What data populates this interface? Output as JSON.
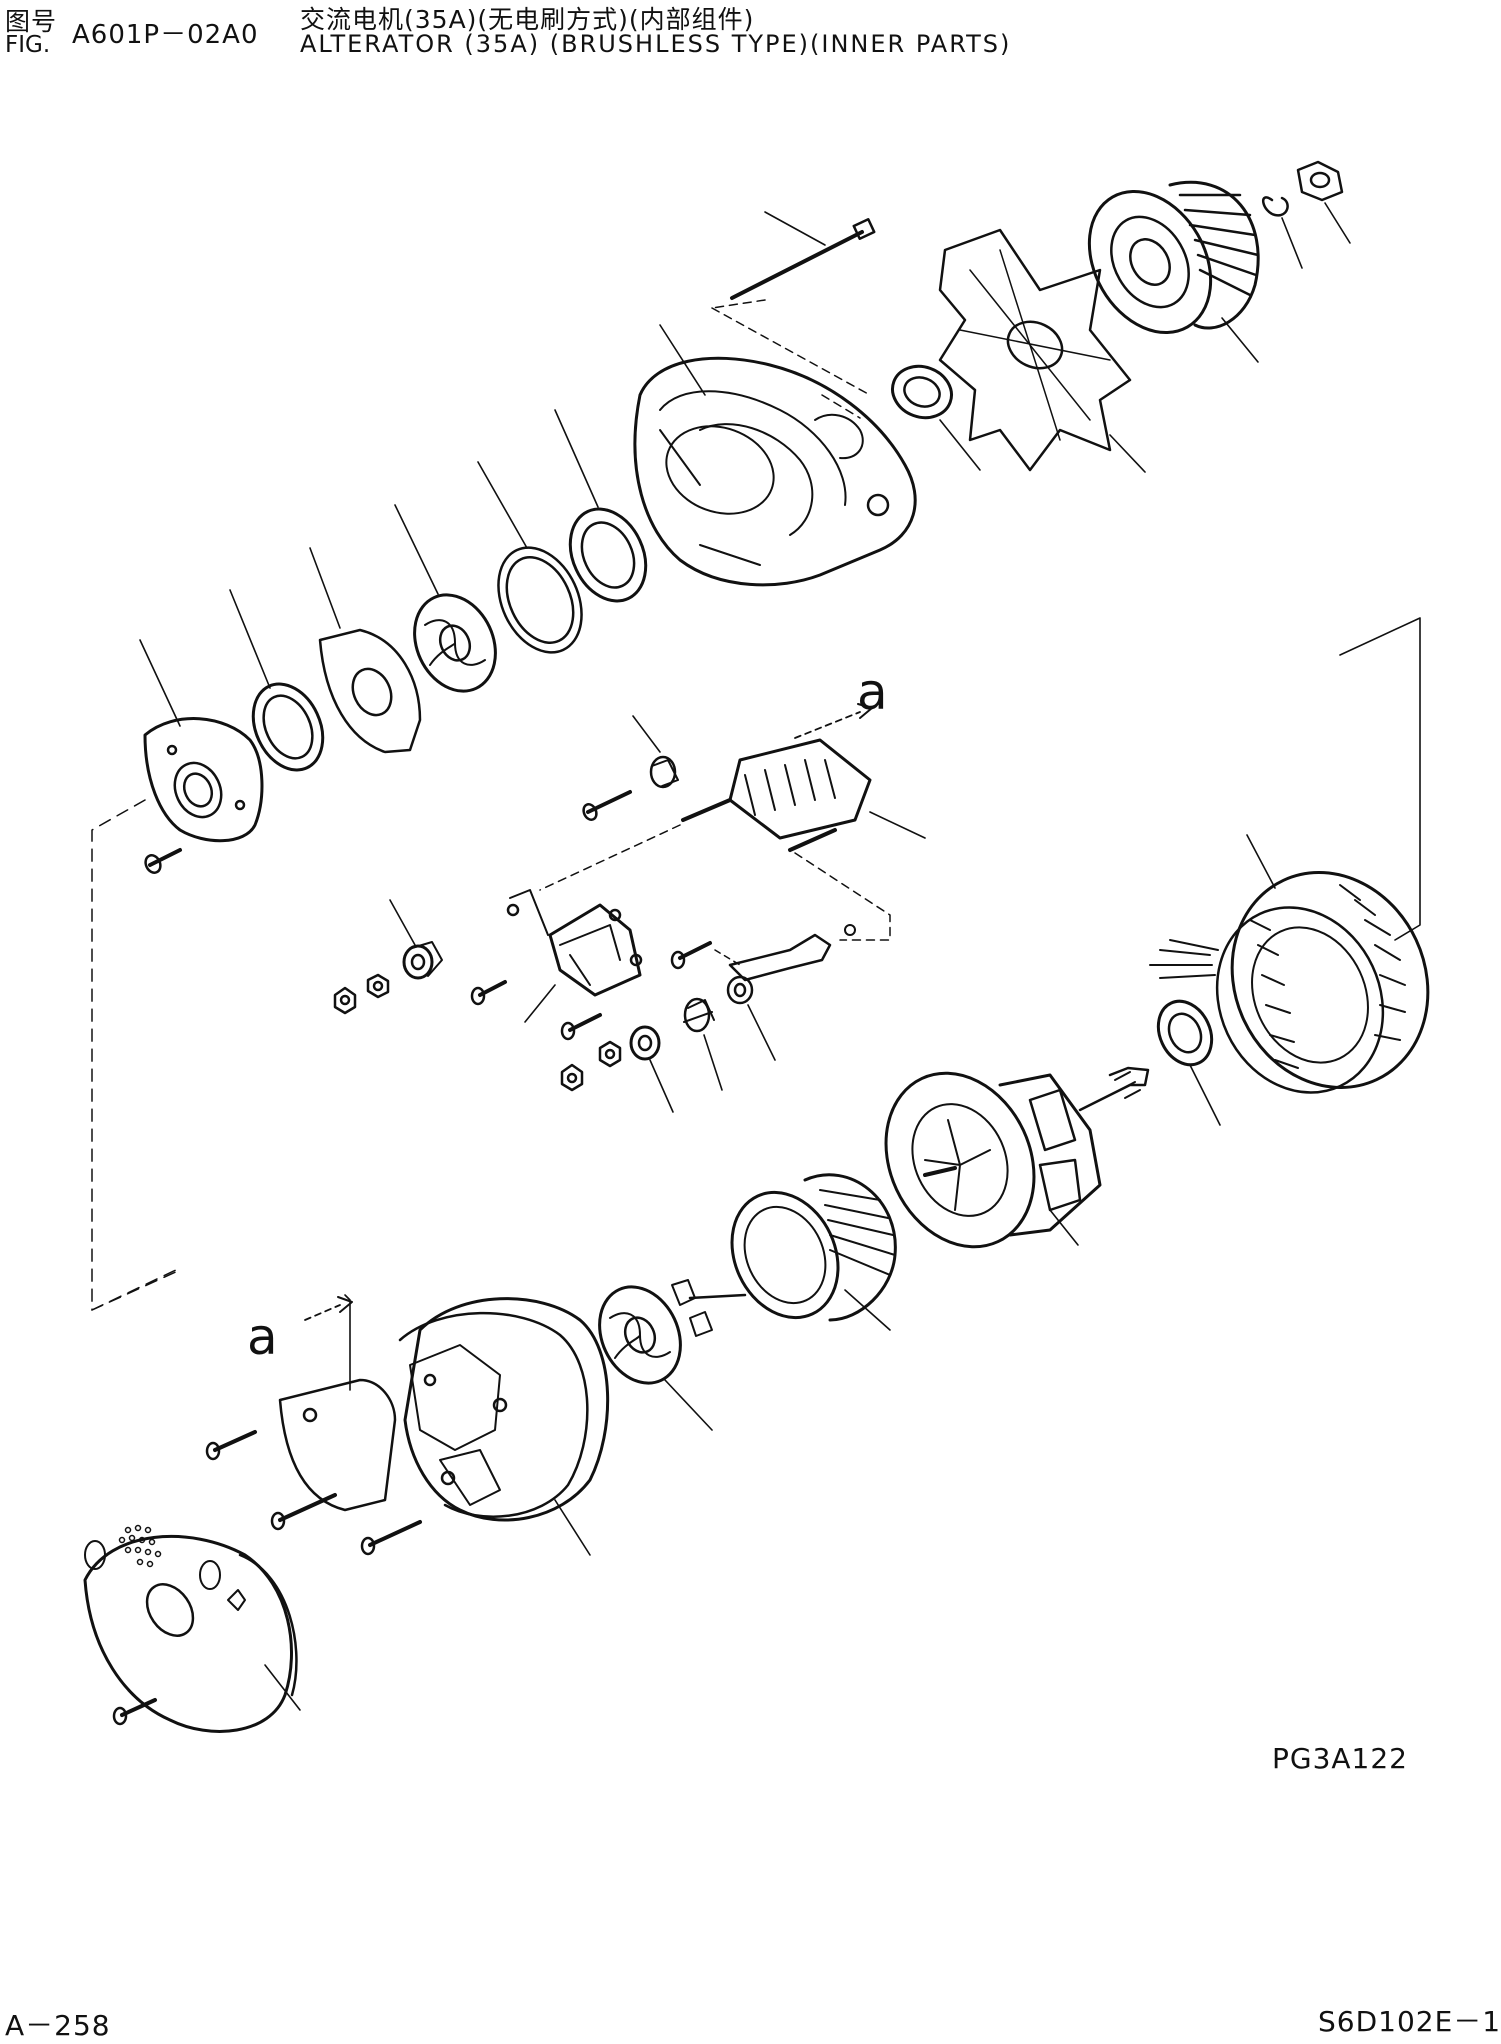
{
  "header": {
    "fig_label_cn": "图号",
    "fig_label_en": "FIG.",
    "fig_number": "A601P－02A0",
    "title_cn": "交流电机(35A)(无电刷方式)(内部组件)",
    "title_en": "ALTERATOR (35A) (BRUSHLESS TYPE)(INNER PARTS)"
  },
  "diagram": {
    "view_marker_top": "a",
    "view_marker_bottom": "a",
    "reference_code": "PG3A122"
  },
  "footer": {
    "page": "A－258",
    "model": "S6D102E－1"
  }
}
